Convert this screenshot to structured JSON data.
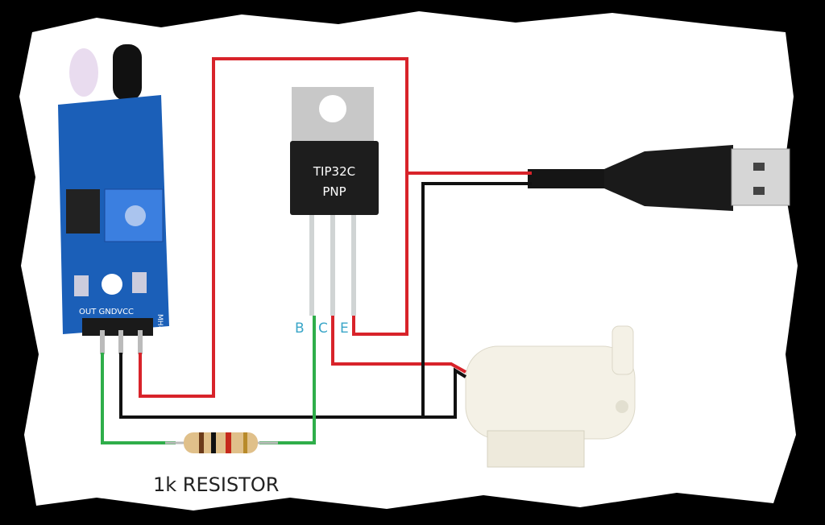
{
  "sensor": {
    "pins_label": "OUT GNDVCC",
    "model": "MH-B"
  },
  "transistor": {
    "part": "TIP32C",
    "type": "PNP",
    "pins": [
      "B",
      "C",
      "E"
    ]
  },
  "resistor": {
    "label": "1k RESISTOR"
  },
  "colors": {
    "vcc": "#d8232a",
    "gnd": "#111111",
    "signal": "#2fae4a",
    "pin_label": "#3aa6c8",
    "board": "#1b5fb8"
  }
}
